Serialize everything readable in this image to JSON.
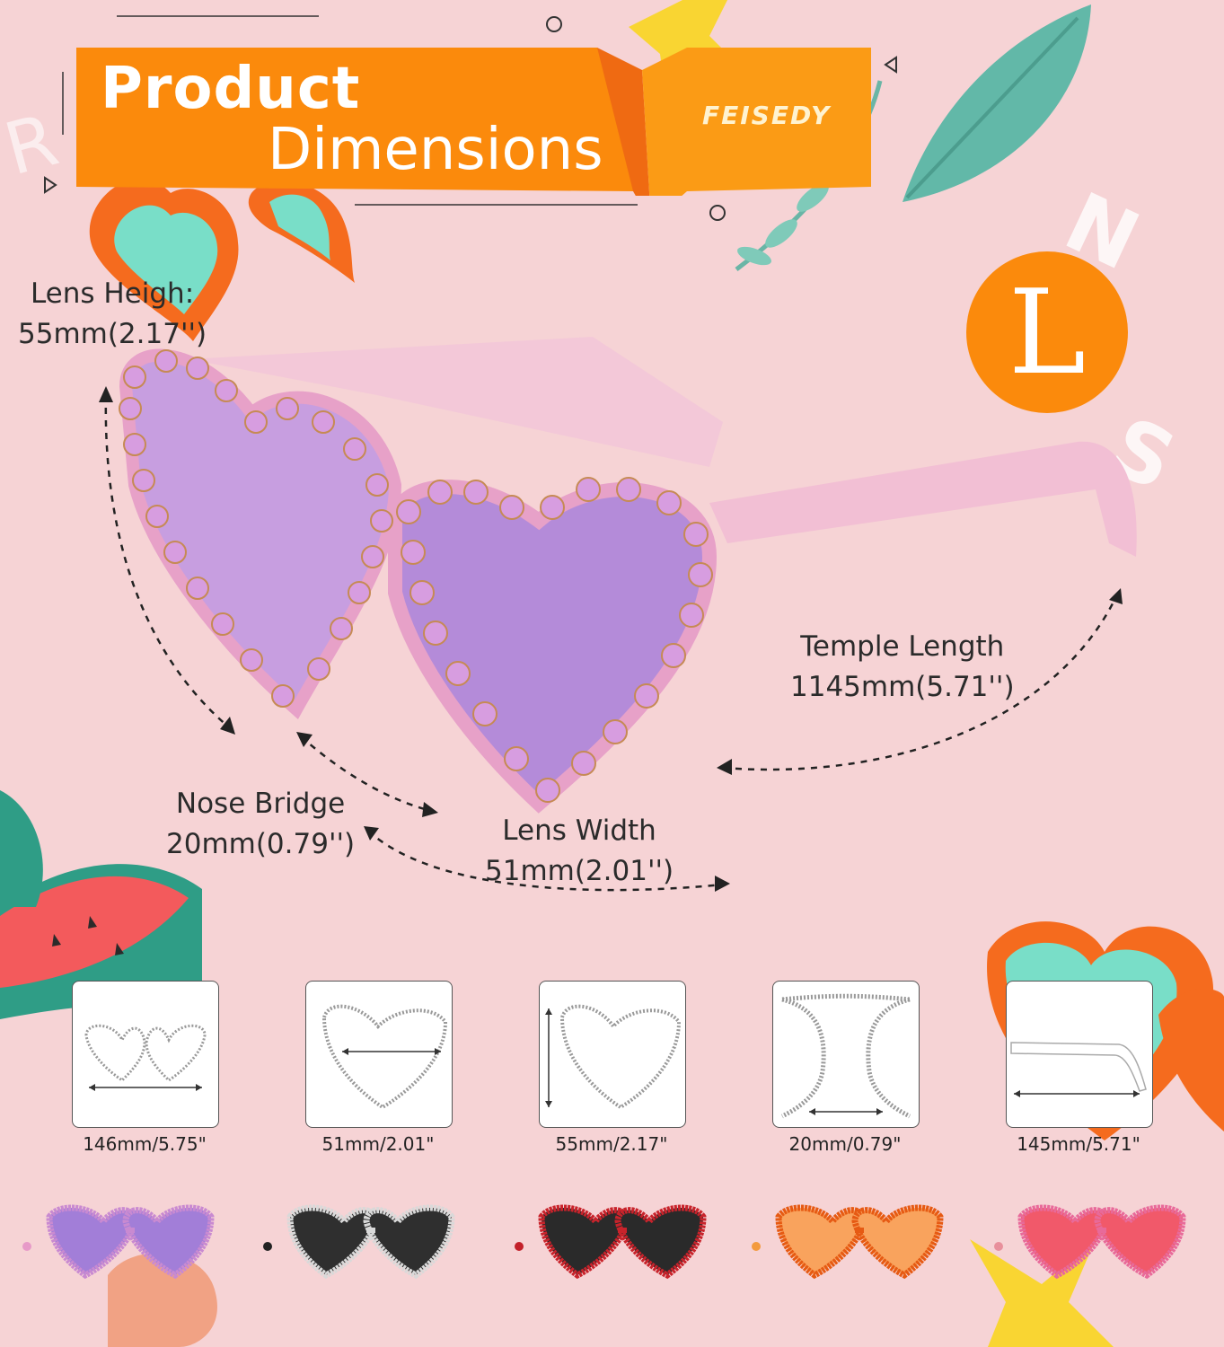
{
  "header": {
    "title_line1": "Product",
    "title_line2": "Dimensions",
    "brand": "FEISEDY"
  },
  "size_badge": {
    "letter": "L"
  },
  "dimension_labels": {
    "lens_height": {
      "name": "Lens Heigh:",
      "value": "55mm(2.17'')"
    },
    "temple_length": {
      "name": "Temple Length",
      "value": "1145mm(5.71'')"
    },
    "nose_bridge": {
      "name": "Nose Bridge",
      "value": "20mm(0.79'')"
    },
    "lens_width": {
      "name": "Lens Width",
      "value": "51mm(2.01'')"
    }
  },
  "thumbnails": [
    {
      "caption": "146mm/5.75\"",
      "icon": "full-frame-width-icon"
    },
    {
      "caption": "51mm/2.01\"",
      "icon": "lens-width-icon"
    },
    {
      "caption": "55mm/2.17\"",
      "icon": "lens-height-icon"
    },
    {
      "caption": "20mm/0.79\"",
      "icon": "nose-bridge-icon"
    },
    {
      "caption": "145mm/5.71\"",
      "icon": "temple-length-icon"
    }
  ],
  "color_variants": [
    {
      "frame": "#c98ad1",
      "lens": "#a27ed8",
      "dot": "#e79ac8"
    },
    {
      "frame": "#d9d9d9",
      "lens": "#2f2f2f",
      "dot": "#222222"
    },
    {
      "frame": "#c8232b",
      "lens": "#2a2a2a",
      "dot": "#c3202a"
    },
    {
      "frame": "#e65a13",
      "lens": "#f9a35d",
      "dot": "#f39a3e"
    },
    {
      "frame": "#e86a9a",
      "lens": "#f1596a",
      "dot": "#e8909c"
    }
  ],
  "colors": {
    "background": "#f6d3d5",
    "banner_orange": "#fb8a0c",
    "accent_teal": "#6fc7b5"
  }
}
